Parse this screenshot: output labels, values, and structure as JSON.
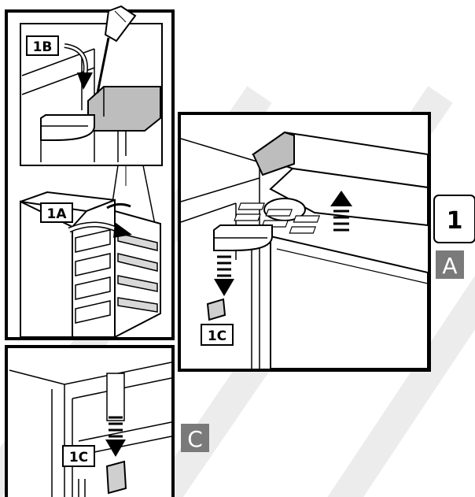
{
  "labels": {
    "step_1a": "1A",
    "step_1b": "1B",
    "step_1c_main": "1C",
    "step_1c_detail": "1C",
    "figure_number": "1",
    "figure_letter_a": "A",
    "figure_letter_c": "C"
  },
  "icons": {
    "screwdriver": "screwdriver-icon",
    "curved_arrow": "curved-arrow-icon",
    "down_arrow": "dashed-down-arrow-icon",
    "up_arrow": "dashed-up-arrow-icon"
  },
  "colors": {
    "line": "#000000",
    "badge_fill": "#7a7a7a",
    "shade": "#bdbdbd",
    "watermark": "#e6e6e6"
  }
}
